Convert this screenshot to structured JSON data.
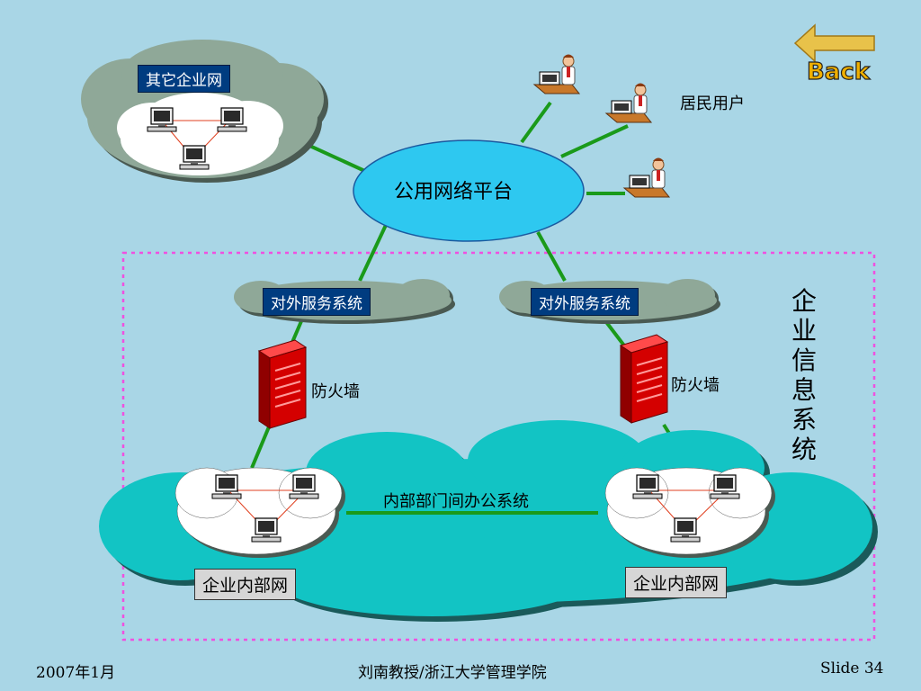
{
  "diagram": {
    "other_enterprise_network": "其它企业网",
    "public_network_platform": "公用网络平台",
    "residential_users": "居民用户",
    "external_service_system": "对外服务系统",
    "firewall": "防火墙",
    "enterprise_info_system": "企业信息系统",
    "internal_office_system": "内部部门间办公系统",
    "enterprise_intranet": "企业内部网"
  },
  "navigation": {
    "back_label": "Back"
  },
  "footer": {
    "date": "2007年1月",
    "author": "刘南教授/浙江大学管理学院",
    "slide": "Slide 34"
  },
  "colors": {
    "background": "#a9d6e6",
    "link_line": "#1a9a1a",
    "platform_fill": "#2ec8f0",
    "big_cloud_fill": "#12c4c4",
    "label_box": "#003c80",
    "dashed_border": "#f050e0",
    "firewall": "#cc0000"
  }
}
